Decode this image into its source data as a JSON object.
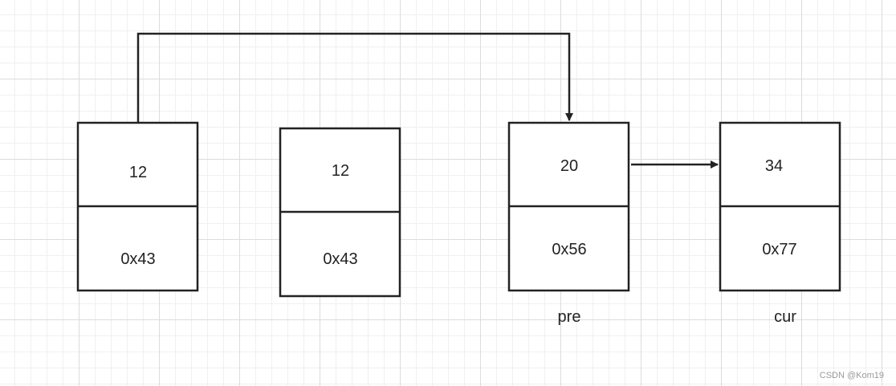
{
  "nodes": [
    {
      "value": "12",
      "address": "0x43"
    },
    {
      "value": "12",
      "address": "0x43"
    },
    {
      "value": "20",
      "address": "0x56",
      "pointer_label": "pre"
    },
    {
      "value": "34",
      "address": "0x77",
      "pointer_label": "cur"
    }
  ],
  "watermark": "CSDN @Kom19",
  "colors": {
    "stroke": "#222222",
    "background": "#ffffff",
    "grid": "#dcdcdc"
  }
}
